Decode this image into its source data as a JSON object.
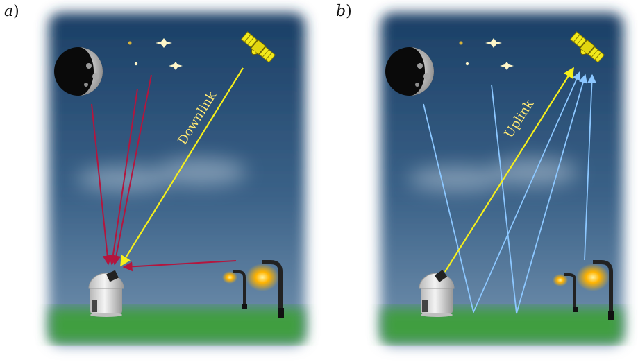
{
  "panels": [
    {
      "id": "a",
      "label_letter": "a",
      "label_paren": ")",
      "arrow_label": "Downlink"
    },
    {
      "id": "b",
      "label_letter": "b",
      "label_paren": ")",
      "arrow_label": "Uplink"
    }
  ],
  "colors": {
    "sky_top": "#1b3f66",
    "sky_bottom": "#6e8fae",
    "ground": "#3f9e3f",
    "natural_light_arrow": "#b3163e",
    "signal_arrow": "#f7f01a",
    "scattered_light_arrow": "#8cc7ff",
    "lamp_glow": "#ffb300"
  },
  "icons": [
    "moon-icon",
    "satellite-icon",
    "star-icon",
    "cloud-icon",
    "observatory-icon",
    "street-lamp-icon"
  ]
}
